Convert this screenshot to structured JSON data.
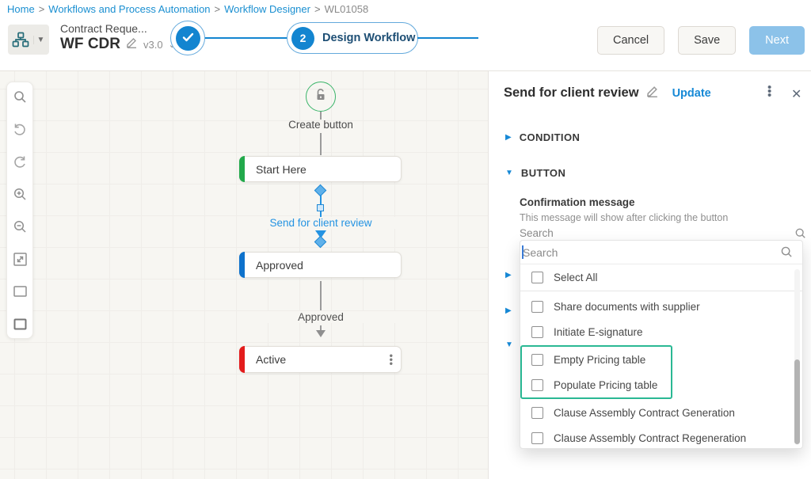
{
  "breadcrumb": {
    "separator": ">",
    "items": [
      "Home",
      "Workflows and Process Automation",
      "Workflow Designer",
      "WL01058"
    ]
  },
  "header": {
    "workflow_name_truncated": "Contract Reque...",
    "workflow_code": "WF CDR",
    "version": "v3.0",
    "stepper": {
      "step2_number": "2",
      "step2_label": "Design Workflow"
    },
    "actions": {
      "cancel": "Cancel",
      "save": "Save",
      "next": "Next"
    }
  },
  "toolbar": {
    "icons": [
      "search",
      "undo",
      "redo",
      "zoom-in",
      "zoom-out",
      "fit-screen",
      "rectangle",
      "rectangle-large"
    ]
  },
  "canvas": {
    "create_edge_label": "Create button",
    "nodes": [
      {
        "label": "Start Here",
        "color": "#22a94b"
      },
      {
        "label": "Approved",
        "color": "#0e72cc"
      },
      {
        "label": "Active",
        "color": "#e31c1c"
      }
    ],
    "edges": [
      {
        "label": "Send for client review",
        "state": "selected",
        "color": "#2493e2"
      },
      {
        "label": "Approved",
        "state": "default",
        "color": "#8f8f8f"
      }
    ]
  },
  "panel": {
    "title": "Send for client review",
    "update_label": "Update",
    "sections": [
      {
        "label": "CONDITION",
        "state": "collapsed"
      },
      {
        "label": "BUTTON",
        "state": "expanded"
      }
    ],
    "confirmation": {
      "label": "Confirmation message",
      "description": "This message will show after clicking the button"
    },
    "field_search_placeholder": "Search",
    "dropdown": {
      "search_placeholder": "Search",
      "select_all": "Select All",
      "items": [
        "Share documents with supplier",
        "Initiate E-signature",
        "Empty Pricing table",
        "Populate Pricing table",
        "Clause Assembly Contract Generation",
        "Clause Assembly Contract Regeneration"
      ],
      "highlighted_items": [
        "Empty Pricing table",
        "Populate Pricing table"
      ],
      "highlight_color": "#2ab894"
    }
  },
  "colors": {
    "accent_blue": "#1789d6",
    "edge_selected_blue": "#2493e2",
    "canvas_background": "#f7f6f2",
    "next_button_disabled": "#8cc2e9",
    "highlight_green": "#2ab894"
  }
}
